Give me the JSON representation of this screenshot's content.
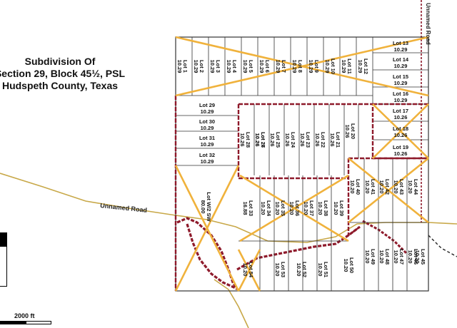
{
  "title_lines": [
    "Subdivision Of",
    "Section 29, Block 45½, PSL",
    "Hudspeth County, Texas"
  ],
  "scale_label": "2000 ft",
  "roads": {
    "unnamed_west": "Unnamed Road",
    "unnamed_ne": "Unnamed Road"
  },
  "colors": {
    "lot_line": "#333333",
    "sold_cross": "#f0b23c",
    "boundary_highlight": "#8e1a2b",
    "road": "#c8a848",
    "road_track": "#9b2a2a"
  },
  "lots": [
    {
      "name": "Lot 1",
      "acres": "10.29"
    },
    {
      "name": "Lot 2",
      "acres": "10.29"
    },
    {
      "name": "Lot 3",
      "acres": "10.29"
    },
    {
      "name": "Lot 4",
      "acres": "10.29"
    },
    {
      "name": "Lot 5",
      "acres": "10.29"
    },
    {
      "name": "Lot 6",
      "acres": "10.29"
    },
    {
      "name": "Lot 7",
      "acres": "10.29"
    },
    {
      "name": "Lot 8",
      "acres": "10.29"
    },
    {
      "name": "Lot 9",
      "acres": "10.29"
    },
    {
      "name": "Lot 10",
      "acres": "10.29"
    },
    {
      "name": "Lot 11",
      "acres": "10.29"
    },
    {
      "name": "Lot 12",
      "acres": "10.29"
    },
    {
      "name": "Lot 13",
      "acres": "10.29"
    },
    {
      "name": "Lot 14",
      "acres": "10.29"
    },
    {
      "name": "Lot 15",
      "acres": "10.29"
    },
    {
      "name": "Lot 16",
      "acres": "10.29"
    },
    {
      "name": "Lot 17",
      "acres": "10.26"
    },
    {
      "name": "Lot 18",
      "acres": "10.26"
    },
    {
      "name": "Lot 19",
      "acres": "10.26"
    },
    {
      "name": "Lot 20",
      "acres": "10.26"
    },
    {
      "name": "Lot 21",
      "acres": "10.26"
    },
    {
      "name": "Lot 22",
      "acres": "10.26"
    },
    {
      "name": "Lot 23",
      "acres": "10.26"
    },
    {
      "name": "Lot 24",
      "acres": "10.26"
    },
    {
      "name": "Lot 25",
      "acres": "10.26"
    },
    {
      "name": "Lot 26",
      "acres": "10.26"
    },
    {
      "name": "Lot 27",
      "acres": "10.26"
    },
    {
      "name": "Lot 28",
      "acres": "10.26"
    },
    {
      "name": "Lot 29",
      "acres": "10.29"
    },
    {
      "name": "Lot 30",
      "acres": "10.29"
    },
    {
      "name": "Lot 31",
      "acres": "10.29"
    },
    {
      "name": "Lot 32",
      "acres": "10.29"
    },
    {
      "name": "Lot 33",
      "acres": "16.88"
    },
    {
      "name": "Lot 34",
      "acres": "10.20"
    },
    {
      "name": "Lot 35",
      "acres": "10.20"
    },
    {
      "name": "Lot 36",
      "acres": "10.20"
    },
    {
      "name": "Lot 37",
      "acres": "10.20"
    },
    {
      "name": "Lot 38",
      "acres": "10.20"
    },
    {
      "name": "Lot 39",
      "acres": "10.20"
    },
    {
      "name": "Lot 40",
      "acres": "10.20"
    },
    {
      "name": "Lot 41",
      "acres": "10.20"
    },
    {
      "name": "Lot 42",
      "acres": "10.20"
    },
    {
      "name": "Lot 43",
      "acres": "10.20"
    },
    {
      "name": "Lot 44",
      "acres": "10.20"
    },
    {
      "name": "Lot 45",
      "acres": "10.20"
    },
    {
      "name": "Lot 46",
      "acres": "10.20"
    },
    {
      "name": "Lot 47",
      "acres": "10.20"
    },
    {
      "name": "Lot 48",
      "acres": "10.20"
    },
    {
      "name": "Lot 49",
      "acres": "10.20"
    },
    {
      "name": "Lot 50",
      "acres": "10.20"
    },
    {
      "name": "Lot 51",
      "acres": "10.20"
    },
    {
      "name": "Lot 52",
      "acres": "10.20"
    },
    {
      "name": "Lot 53",
      "acres": "10.20"
    },
    {
      "name": "Lot 54",
      "acres": "10.20"
    },
    {
      "name": "Lot W/2 SW",
      "acres": "80.00"
    }
  ]
}
